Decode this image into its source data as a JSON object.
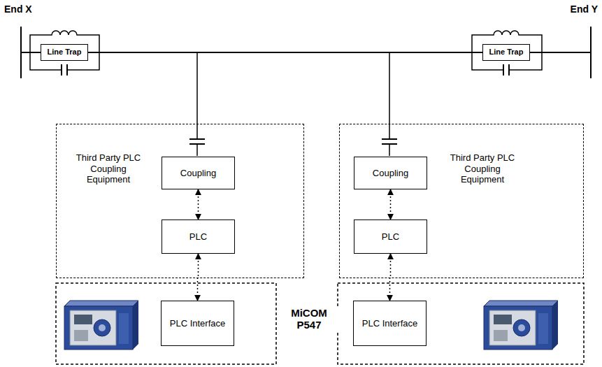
{
  "diagram": {
    "nodes": [
      {
        "text": [
          "Line Trap"
        ]
      },
      {
        "text": [
          "Line Trap"
        ]
      },
      {
        "text": [
          "Third Party PLC Coupling Equipment"
        ]
      },
      {
        "text": [
          "Coupling"
        ],
        "in": 2
      },
      {
        "text": [
          "PLC"
        ],
        "in": 2
      },
      {
        "text": [
          "Third Party PLC Coupling Equipment"
        ]
      },
      {
        "text": [
          "Coupling"
        ],
        "in": 5
      },
      {
        "text": [
          "PLC"
        ],
        "in": 5
      },
      {
        "text": [
          "PLC Interface"
        ]
      },
      {
        "text": [
          "PLC Interface"
        ]
      }
    ],
    "edges": [
      {
        "from": 3,
        "to": 4,
        "arrow": "both"
      },
      {
        "from": 4,
        "to": 8,
        "arrow": "both"
      },
      {
        "from": 6,
        "to": 7,
        "arrow": "both"
      },
      {
        "from": 7,
        "to": 9,
        "arrow": "both"
      }
    ],
    "labels": [
      "End X",
      "End Y",
      "MiCOM P547"
    ]
  }
}
